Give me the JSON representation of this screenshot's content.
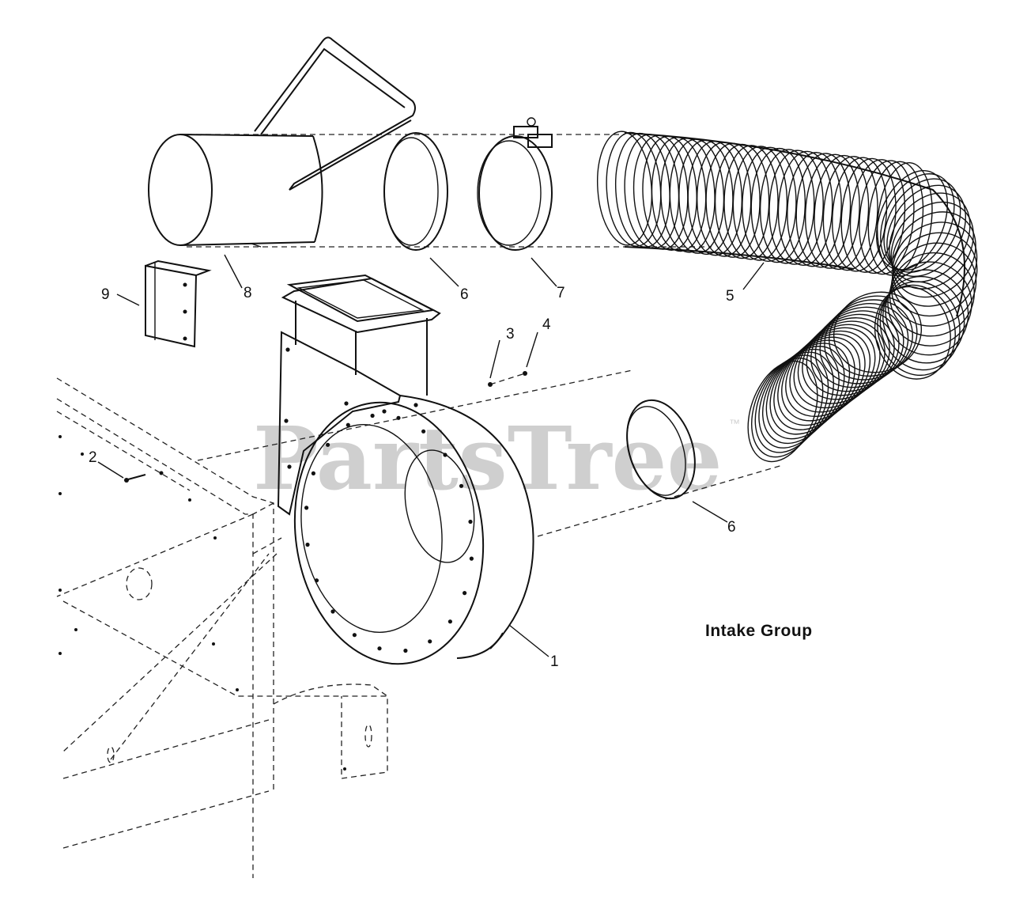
{
  "diagram": {
    "title": "Intake Group",
    "watermark": "PartsTree",
    "watermark_mark": "™",
    "callouts": [
      {
        "id": "c1",
        "label": "1"
      },
      {
        "id": "c2",
        "label": "2"
      },
      {
        "id": "c3",
        "label": "3"
      },
      {
        "id": "c4",
        "label": "4"
      },
      {
        "id": "c5",
        "label": "5"
      },
      {
        "id": "c6a",
        "label": "6"
      },
      {
        "id": "c6b",
        "label": "6"
      },
      {
        "id": "c7",
        "label": "7"
      },
      {
        "id": "c8",
        "label": "8"
      },
      {
        "id": "c9",
        "label": "9"
      }
    ]
  }
}
